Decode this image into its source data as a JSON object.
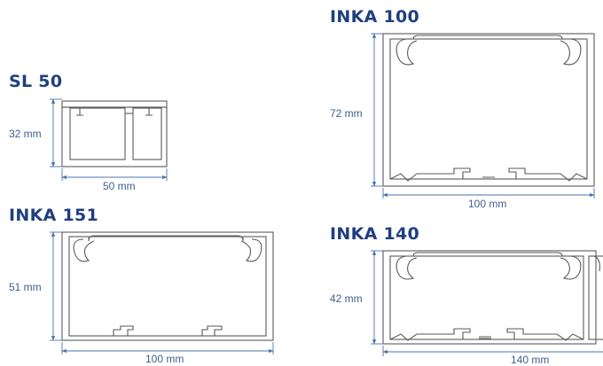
{
  "colors": {
    "title": "#1f3f7f",
    "outline": "#5a5a5a",
    "dimension": "#4b73a8",
    "dim_text": "#3d5f8f",
    "background": "#ffffff"
  },
  "profiles": [
    {
      "id": "sl50",
      "name": "SL 50",
      "height_label": "32 mm",
      "width_label": "50 mm"
    },
    {
      "id": "inka151",
      "name": "INKA 151",
      "height_label": "51 mm",
      "width_label": "100 mm"
    },
    {
      "id": "inka100",
      "name": "INKA 100",
      "height_label": "72 mm",
      "width_label": "100 mm"
    },
    {
      "id": "inka140",
      "name": "INKA 140",
      "height_label": "42 mm",
      "width_label": "140 mm"
    }
  ]
}
